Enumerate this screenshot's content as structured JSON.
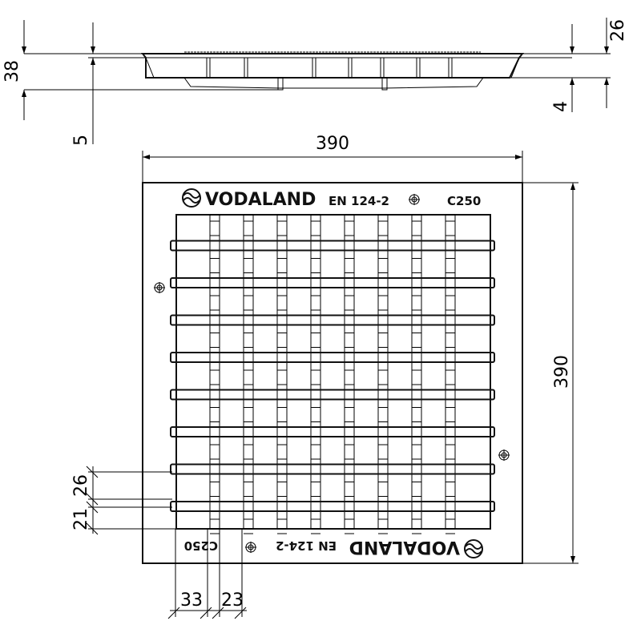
{
  "drawing": {
    "brand": "VODALAND",
    "standard": "EN 124-2",
    "load_class": "C250",
    "logo_icon": "wave-circle-icon",
    "bolt_icon": "crosshair-circle-icon"
  },
  "dimensions": {
    "side_total_height": "38",
    "side_offset": "5",
    "side_top_height": "26",
    "side_bottom": "4",
    "width": "390",
    "height": "390",
    "bar_pitch": "26",
    "row_gap": "21",
    "cell_width": "33",
    "cell_pitch": "23"
  },
  "grid": {
    "columns": 9,
    "rows": 9,
    "horizontal_bars": 8
  }
}
